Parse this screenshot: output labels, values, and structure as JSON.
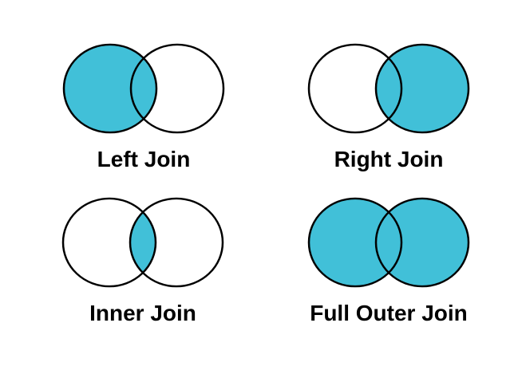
{
  "colors": {
    "fill": "#41C0D8",
    "outline": "#000000",
    "background": "#FFFFFF"
  },
  "panels": [
    {
      "id": "left-join",
      "label": "Left Join",
      "fills": {
        "left": "#41C0D8",
        "right": "none",
        "intersection": "none"
      }
    },
    {
      "id": "right-join",
      "label": "Right Join",
      "fills": {
        "left": "none",
        "right": "#41C0D8",
        "intersection": "none"
      }
    },
    {
      "id": "inner-join",
      "label": "Inner Join",
      "fills": {
        "left": "none",
        "right": "none",
        "intersection": "#41C0D8"
      }
    },
    {
      "id": "full-outer-join",
      "label": "Full Outer Join",
      "fills": {
        "left": "#41C0D8",
        "right": "#41C0D8",
        "intersection": "none"
      }
    }
  ]
}
